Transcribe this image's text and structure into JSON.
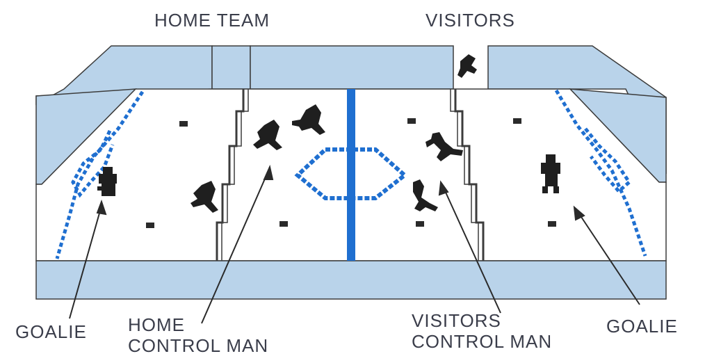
{
  "diagram": {
    "title_home": "HOME TEAM",
    "title_visitors": "VISITORS",
    "callouts": {
      "goalie_left": "GOALIE",
      "home_control_line1": "HOME",
      "home_control_line2": "CONTROL MAN",
      "visitors_control_line1": "VISITORS",
      "visitors_control_line2": "CONTROL MAN",
      "goalie_right": "GOALIE"
    }
  },
  "colors": {
    "ice": "#ffffff",
    "boards": "#b9d3ea",
    "lines": "#1f6fd0",
    "players": "#1f1f1f",
    "outline": "#3c3c3c",
    "text": "#3a3d4a"
  },
  "players": [
    {
      "name": "home-goalie",
      "team": "home",
      "role": "goalie"
    },
    {
      "name": "home-player-1",
      "team": "home",
      "role": "skater"
    },
    {
      "name": "home-player-2",
      "team": "home",
      "role": "skater"
    },
    {
      "name": "home-control-man",
      "team": "home",
      "role": "control"
    },
    {
      "name": "visitor-player-1",
      "team": "visitors",
      "role": "skater"
    },
    {
      "name": "visitor-control-man",
      "team": "visitors",
      "role": "control"
    },
    {
      "name": "visitor-player-3",
      "team": "visitors",
      "role": "skater"
    },
    {
      "name": "visitor-goalie",
      "team": "visitors",
      "role": "goalie"
    }
  ]
}
